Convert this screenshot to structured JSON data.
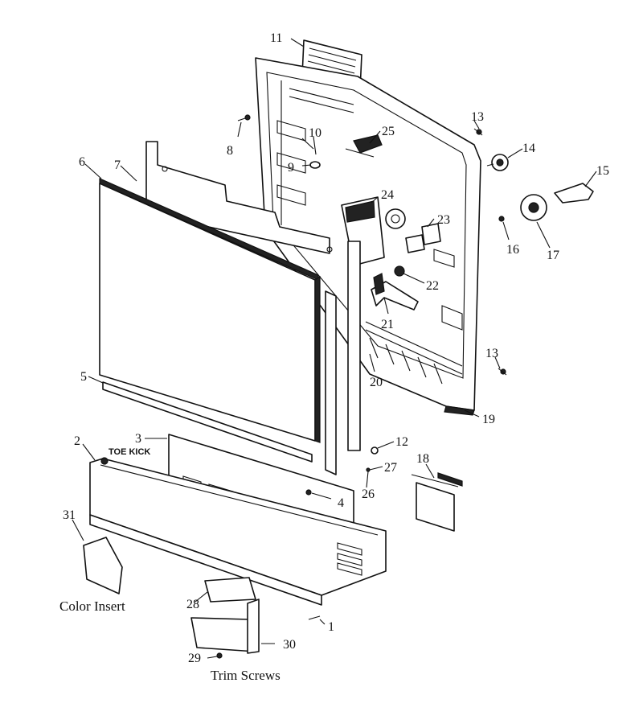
{
  "callouts": {
    "c1": "1",
    "c2": "2",
    "c3": "3",
    "c4": "4",
    "c5": "5",
    "c6": "6",
    "c7": "7",
    "c8": "8",
    "c9": "9",
    "c10": "10",
    "c11": "11",
    "c12": "12",
    "c13a": "13",
    "c13b": "13",
    "c14": "14",
    "c15": "15",
    "c16": "16",
    "c17": "17",
    "c18": "18",
    "c19": "19",
    "c20": "20",
    "c21": "21",
    "c22": "22",
    "c23": "23",
    "c24": "24",
    "c25": "25",
    "c26": "26",
    "c27": "27",
    "c28": "28",
    "c29": "29",
    "c30": "30",
    "c31": "31"
  },
  "labels": {
    "toe_kick": "TOE KICK",
    "color_insert": "Color Insert",
    "trim_screws": "Trim Screws"
  }
}
